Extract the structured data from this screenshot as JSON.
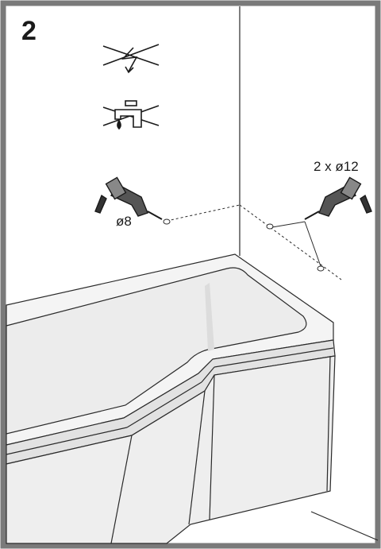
{
  "step": {
    "number": "2"
  },
  "drill_left": {
    "icon": "drill-icon",
    "label": "ø8"
  },
  "drill_right": {
    "icon": "drill-icon",
    "label": "2 x ø12"
  },
  "warnings": [
    {
      "icon": "no-electric-cable-icon"
    },
    {
      "icon": "no-water-pipe-icon"
    }
  ],
  "colors": {
    "frame": "#7a7a7a",
    "line": "#2a2a2a",
    "tub_fill": "#f4f4f4",
    "tub_shade": "#d9d9d9",
    "panel_fill": "#eeeeee"
  }
}
